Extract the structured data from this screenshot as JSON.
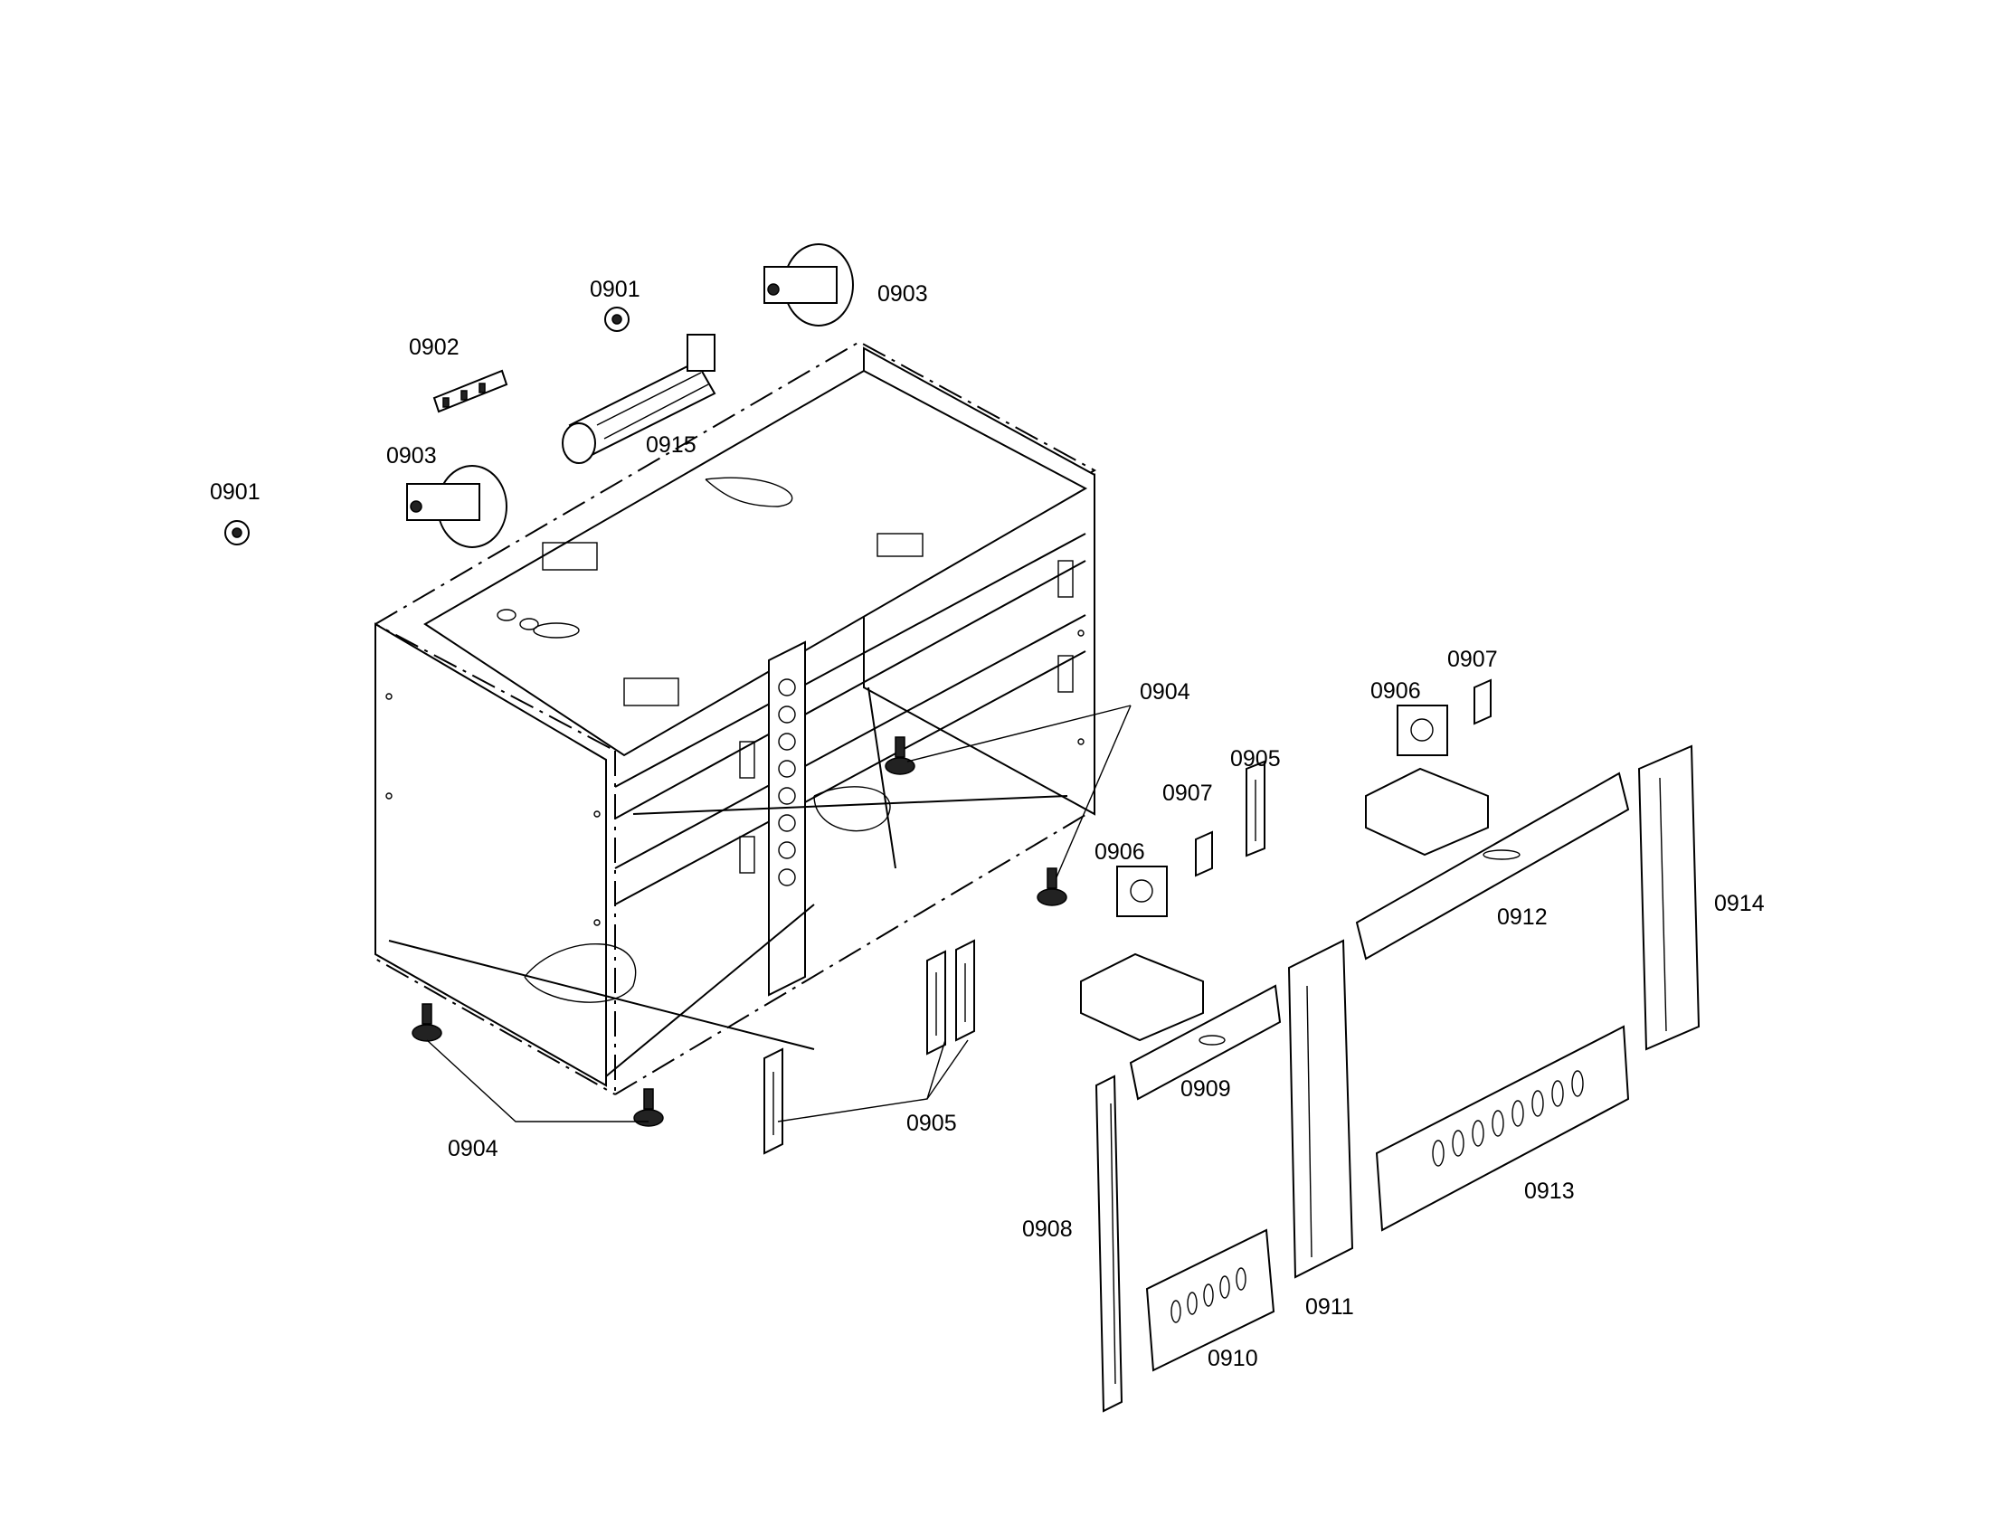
{
  "labels": {
    "l0901a": "0901",
    "l0901b": "0901",
    "l0902": "0902",
    "l0903a": "0903",
    "l0903b": "0903",
    "l0915": "0915",
    "l0904a": "0904",
    "l0904b": "0904",
    "l0905a": "0905",
    "l0905b": "0905",
    "l0906a": "0906",
    "l0906b": "0906",
    "l0907a": "0907",
    "l0907b": "0907",
    "l0908": "0908",
    "l0909": "0909",
    "l0910": "0910",
    "l0911": "0911",
    "l0912": "0912",
    "l0913": "0913",
    "l0914": "0914"
  }
}
